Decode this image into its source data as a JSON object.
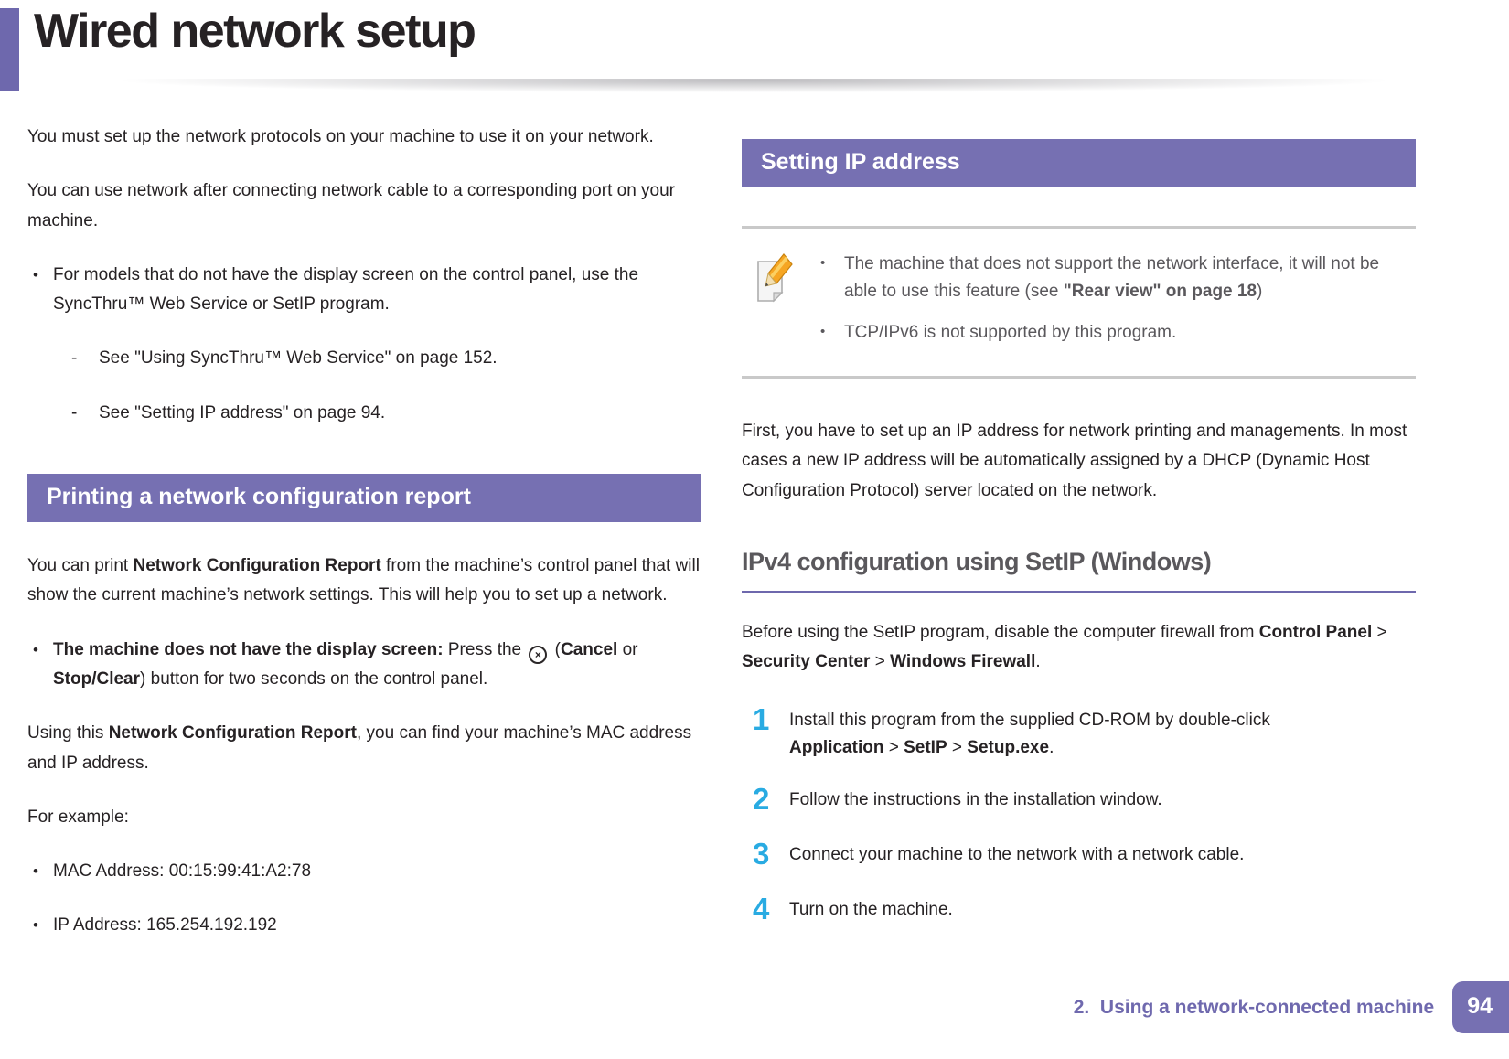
{
  "colors": {
    "accent_purple": "#7670b2",
    "title_bar_purple": "#6e68ad",
    "step_number_cyan": "#29abe2",
    "body_text": "#262224",
    "note_text_gray": "#5a585c",
    "footer_purple": "#6f69ae"
  },
  "glyphs": {
    "bullet": "•",
    "dash": "-"
  },
  "header": {
    "title": "Wired network setup"
  },
  "left": {
    "para_intro1": [
      {
        "t": "You must set up the network protocols on your machine to use it on your network."
      }
    ],
    "para_intro2": [
      {
        "t": "You can use network after connecting network cable to a corresponding port on your machine."
      }
    ],
    "bullet_models": [
      {
        "t": "For models that do not have the display screen on the control panel, use the SyncThru™ Web Service or SetIP program."
      }
    ],
    "sub_see_1": [
      {
        "t": "See \"Using SyncThru™ Web Service\" on page 152."
      }
    ],
    "sub_see_2": [
      {
        "t": "See \"Setting IP address\" on page 94."
      }
    ],
    "section_title": "Printing a network configuration report",
    "para_report": [
      {
        "t": "You can print "
      },
      {
        "t": "Network Configuration Report",
        "b": true
      },
      {
        "t": " from the machine’s control panel that will show the current machine’s network settings. This will help you to set up a network."
      }
    ],
    "bullet_display": [
      {
        "t": "The machine does not have the display screen: ",
        "b": true
      },
      {
        "t": "Press the "
      },
      {
        "icon": "cancel-button-icon",
        "glyph": "×"
      },
      {
        "t": " ("
      },
      {
        "t": "Cancel",
        "b": true
      },
      {
        "t": " or "
      },
      {
        "t": "Stop/Clear",
        "b": true
      },
      {
        "t": ") button for two seconds on the control panel."
      }
    ],
    "para_using": [
      {
        "t": "Using this "
      },
      {
        "t": "Network Configuration Report",
        "b": true
      },
      {
        "t": ", you can find your machine’s MAC address and IP address."
      }
    ],
    "para_example": [
      {
        "t": "For example:"
      }
    ],
    "bullet_mac": [
      {
        "t": "MAC Address: 00:15:99:41:A2:78"
      }
    ],
    "bullet_ip": [
      {
        "t": "IP Address: 165.254.192.192"
      }
    ]
  },
  "right": {
    "section_title": "Setting IP address",
    "note": {
      "item1": [
        {
          "t": "The machine that does not support the network interface, it will not be able to use this feature (see "
        },
        {
          "t": "\"Rear view\" on page 18",
          "b": true
        },
        {
          "t": ")"
        }
      ],
      "item2": [
        {
          "t": "TCP/IPv6 is not supported by this program."
        }
      ]
    },
    "para_first": [
      {
        "t": "First, you have to set up an IP address for network printing and managements. In most cases a new IP address will be automatically assigned by a DHCP (Dynamic Host Configuration Protocol) server located on the network."
      }
    ],
    "subheading": "IPv4 configuration using SetIP (Windows)",
    "para_firewall": [
      {
        "t": "Before using the SetIP program, disable the computer firewall from "
      },
      {
        "t": "Control Panel",
        "b": true
      },
      {
        "t": " > "
      },
      {
        "t": "Security Center",
        "b": true
      },
      {
        "t": " > "
      },
      {
        "t": "Windows Firewall",
        "b": true
      },
      {
        "t": "."
      }
    ],
    "steps": {
      "s1": {
        "num": "1",
        "text": [
          {
            "t": "Install this program from the supplied CD-ROM by double-click "
          },
          {
            "t": "Application",
            "b": true
          },
          {
            "t": " > "
          },
          {
            "t": "SetIP",
            "b": true
          },
          {
            "t": " > "
          },
          {
            "t": "Setup.exe",
            "b": true
          },
          {
            "t": "."
          }
        ]
      },
      "s2": {
        "num": "2",
        "text": [
          {
            "t": "Follow the instructions in the installation window."
          }
        ]
      },
      "s3": {
        "num": "3",
        "text": [
          {
            "t": "Connect your machine to the network with a network cable."
          }
        ]
      },
      "s4": {
        "num": "4",
        "text": [
          {
            "t": "Turn on the machine."
          }
        ]
      }
    }
  },
  "footer": {
    "chapter": "2.  Using a network-connected machine",
    "page_number": "94"
  }
}
